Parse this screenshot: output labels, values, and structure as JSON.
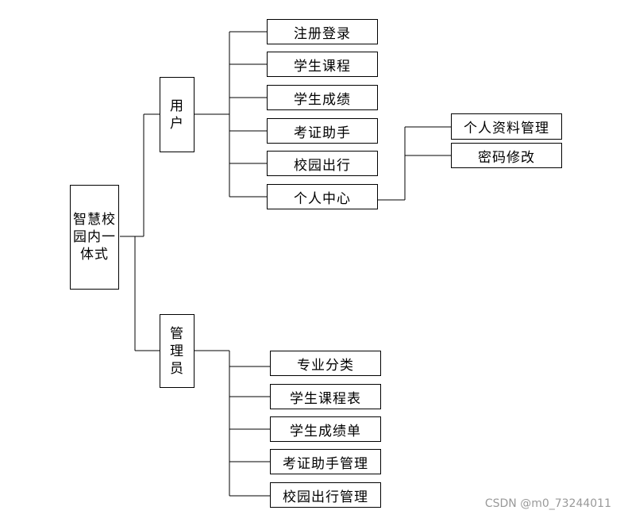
{
  "root": {
    "label": "智慧校园内一体式"
  },
  "user": {
    "label": "用户",
    "items": [
      {
        "label": "注册登录"
      },
      {
        "label": "学生课程"
      },
      {
        "label": "学生成绩"
      },
      {
        "label": "考证助手"
      },
      {
        "label": "校园出行"
      },
      {
        "label": "个人中心"
      }
    ],
    "personal_center": [
      {
        "label": "个人资料管理"
      },
      {
        "label": "密码修改"
      }
    ]
  },
  "admin": {
    "label": "管理员",
    "items": [
      {
        "label": "专业分类"
      },
      {
        "label": "学生课程表"
      },
      {
        "label": "学生成绩单"
      },
      {
        "label": "考证助手管理"
      },
      {
        "label": "校园出行管理"
      }
    ]
  },
  "watermark": "CSDN @m0_73244011"
}
